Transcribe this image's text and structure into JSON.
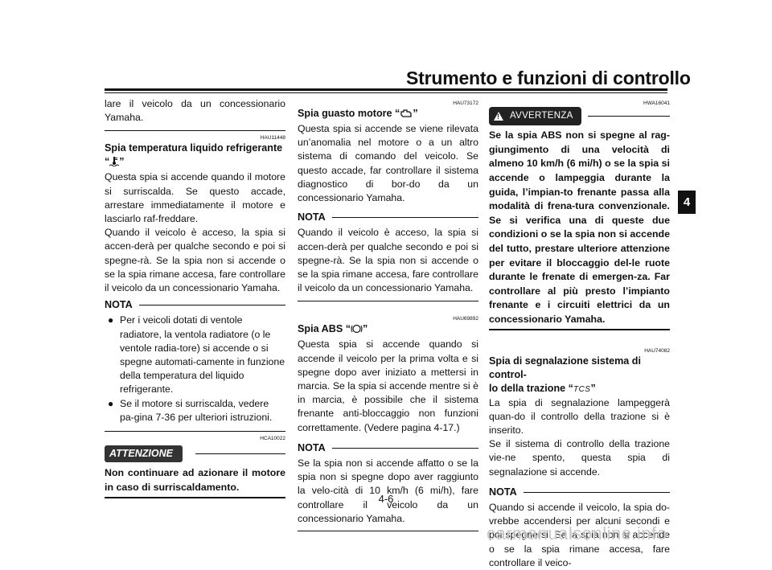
{
  "header": {
    "title": "Strumento e funzioni di controllo"
  },
  "chapter_tab": "4",
  "page_number": "4-6",
  "watermark": "carmanualsonline.info",
  "col1": {
    "intro": "lare il veicolo da un concessionario Yamaha.",
    "code1": "HAU11448",
    "heading_line1": "Spia temperatura liquido refrigerante",
    "quote_open": "“",
    "quote_close": "”",
    "p1": "Questa spia si accende quando il motore si surriscalda. Se questo accade, arrestare immediatamente il motore e lasciarlo raf-freddare.",
    "p2": "Quando il veicolo è acceso, la spia si accen-derà per qualche secondo e poi si spegne-rà. Se la spia non si accende o se la spia rimane accesa, fare controllare il veicolo da un concessionario Yamaha.",
    "nota_label": "NOTA",
    "bullets": [
      "Per i veicoli dotati di ventole radiatore, la ventola radiatore (o le ventole radia-tore) si accende o si spegne automati-camente in funzione della temperatura del liquido refrigerante.",
      "Se il motore si surriscalda, vedere pa-gina 7-36 per ulteriori istruzioni."
    ],
    "code2": "HCA10022",
    "attention_label": "ATTENZIONE",
    "attention_text": "Non continuare ad azionare il motore in caso di surriscaldamento."
  },
  "col2": {
    "code1": "HAU73172",
    "heading1": "Spia guasto motore “",
    "heading1_close": "”",
    "p1": "Questa spia si accende se viene rilevata un’anomalia nel motore o a un altro sistema di comando del veicolo. Se questo accade, far controllare il sistema diagnostico di bor-do da un concessionario Yamaha.",
    "nota1_label": "NOTA",
    "nota1_text": "Quando il veicolo è acceso, la spia si accen-derà per qualche secondo e poi si spegne-rà. Se la spia non si accende o se la spia rimane accesa, fare controllare il veicolo da un concessionario Yamaha.",
    "code2": "HAU69892",
    "heading2": "Spia ABS “",
    "heading2_close": "”",
    "p2": "Questa spia si accende quando si accende il veicolo per la prima volta e si spegne dopo aver iniziato a mettersi in marcia. Se la spia si accende mentre si è in marcia, è possibile che il sistema frenante anti-bloccaggio non funzioni correttamente. (Vedere pagina 4-17.)",
    "nota2_label": "NOTA",
    "nota2_text": "Se la spia non si accende affatto o se la spia non si spegne dopo aver raggiunto la velo-cità di 10 km/h (6 mi/h), fare controllare il veicolo da un concessionario Yamaha."
  },
  "col3": {
    "code1": "HWA16041",
    "warning_label": "AVVERTENZA",
    "warning_text": "Se la spia ABS non si spegne al rag-giungimento di una velocità di almeno 10 km/h (6 mi/h) o se la spia si accende o lampeggia durante la guida, l’impian-to frenante passa alla modalità di frena-tura convenzionale. Se si verifica una di queste due condizioni o se la spia non si accende del tutto, prestare ulteriore attenzione per evitare il bloccaggio del-le ruote durante le frenate di emergen-za. Far controllare al più presto l’impianto frenante e i circuiti elettrici da un concessionario Yamaha.",
    "code2": "HAU74082",
    "heading_line1": "Spia di segnalazione sistema di control-",
    "heading_line2": "lo della trazione “",
    "tcs_label": "TCS",
    "heading_close": "”",
    "p1": "La spia di segnalazione lampeggerà quan-do il controllo della trazione si è inserito.",
    "p2": "Se il sistema di controllo della trazione vie-ne spento, questa spia di segnalazione si accende.",
    "nota_label": "NOTA",
    "nota_text": "Quando si accende il veicolo, la spia do-vrebbe accendersi per alcuni secondi e poi spegnersi. Se la spia non si accende o se la spia rimane accesa, fare controllare il veico-"
  },
  "icons": {
    "coolant": "coolant-temperature-icon",
    "engine": "engine-malfunction-icon",
    "abs": "abs-icon",
    "warning": "warning-triangle-icon"
  }
}
